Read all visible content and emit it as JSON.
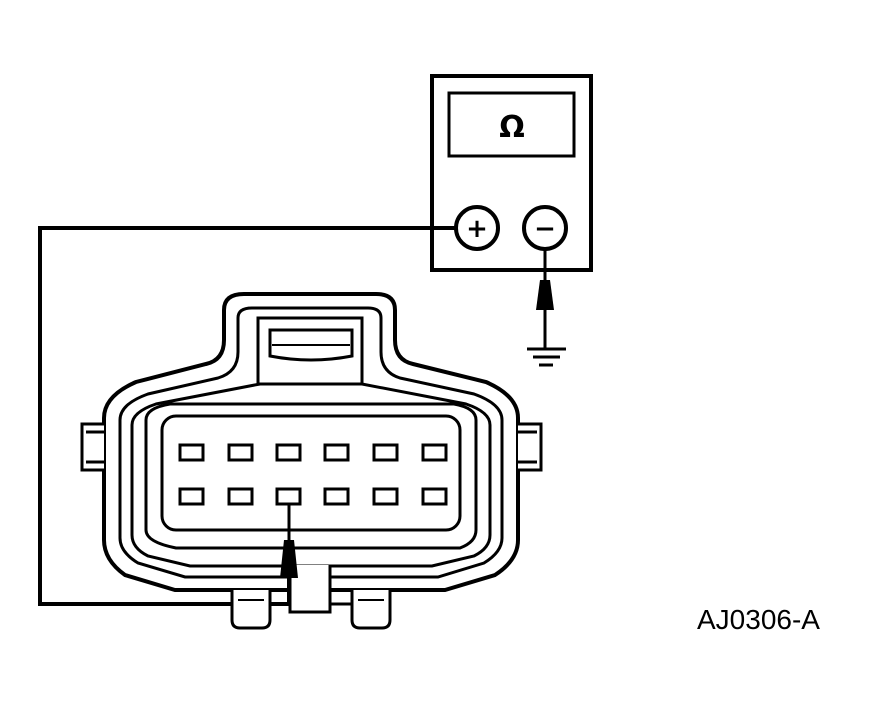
{
  "meter": {
    "display_symbol": "Ω",
    "positive_terminal_symbol": "+",
    "negative_terminal_symbol": "−"
  },
  "figure_id": "AJ0306-A",
  "connector": {
    "pin_rows": 2,
    "pins_per_row": 6,
    "probed_pin": {
      "row": 2,
      "position": 3
    }
  },
  "colors": {
    "line": "#000000",
    "background": "#ffffff"
  }
}
